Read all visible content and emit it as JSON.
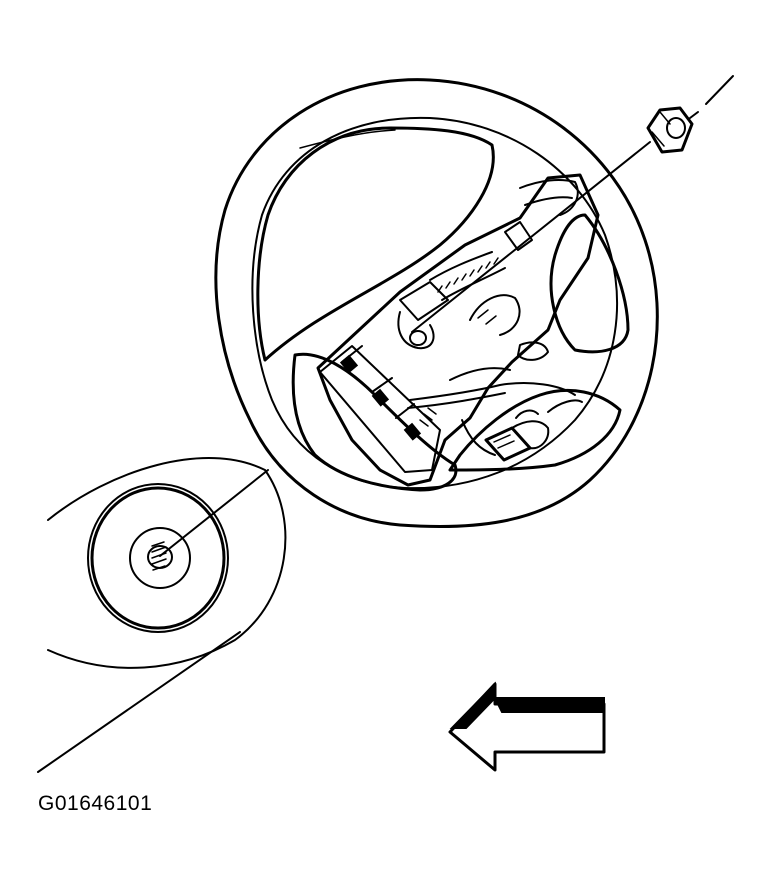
{
  "figure": {
    "id": "G01646101"
  },
  "colors": {
    "ink": "#000000",
    "background": "#ffffff"
  },
  "components": [
    "steering-wheel",
    "retaining-nut",
    "steering-column-shaft",
    "direction-arrow"
  ]
}
